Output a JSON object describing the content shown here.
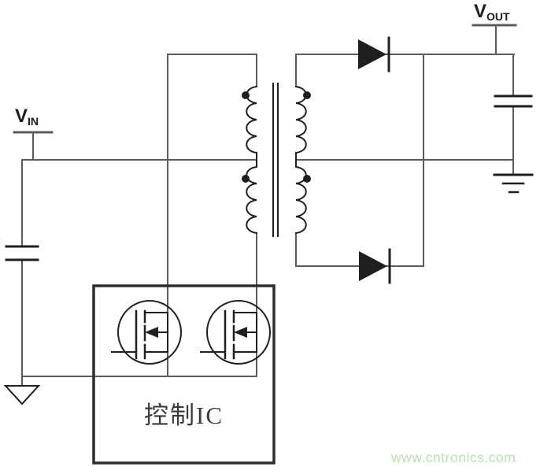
{
  "schematic": {
    "vin_label": {
      "main": "V",
      "sub": "IN"
    },
    "vout_label": {
      "main": "V",
      "sub": "OUT"
    },
    "control_ic": {
      "label": "控制IC"
    },
    "watermark": {
      "text": "www.cntronics.com"
    }
  },
  "colors": {
    "background": "#ffffff",
    "wire": "#5c5c5c",
    "symbol": "#1f1f1f",
    "box_border": "#2d2d2d",
    "label_text": "#1c1c1c",
    "ic_text": "#3a3a3a",
    "watermark": "#b7e3ae"
  }
}
